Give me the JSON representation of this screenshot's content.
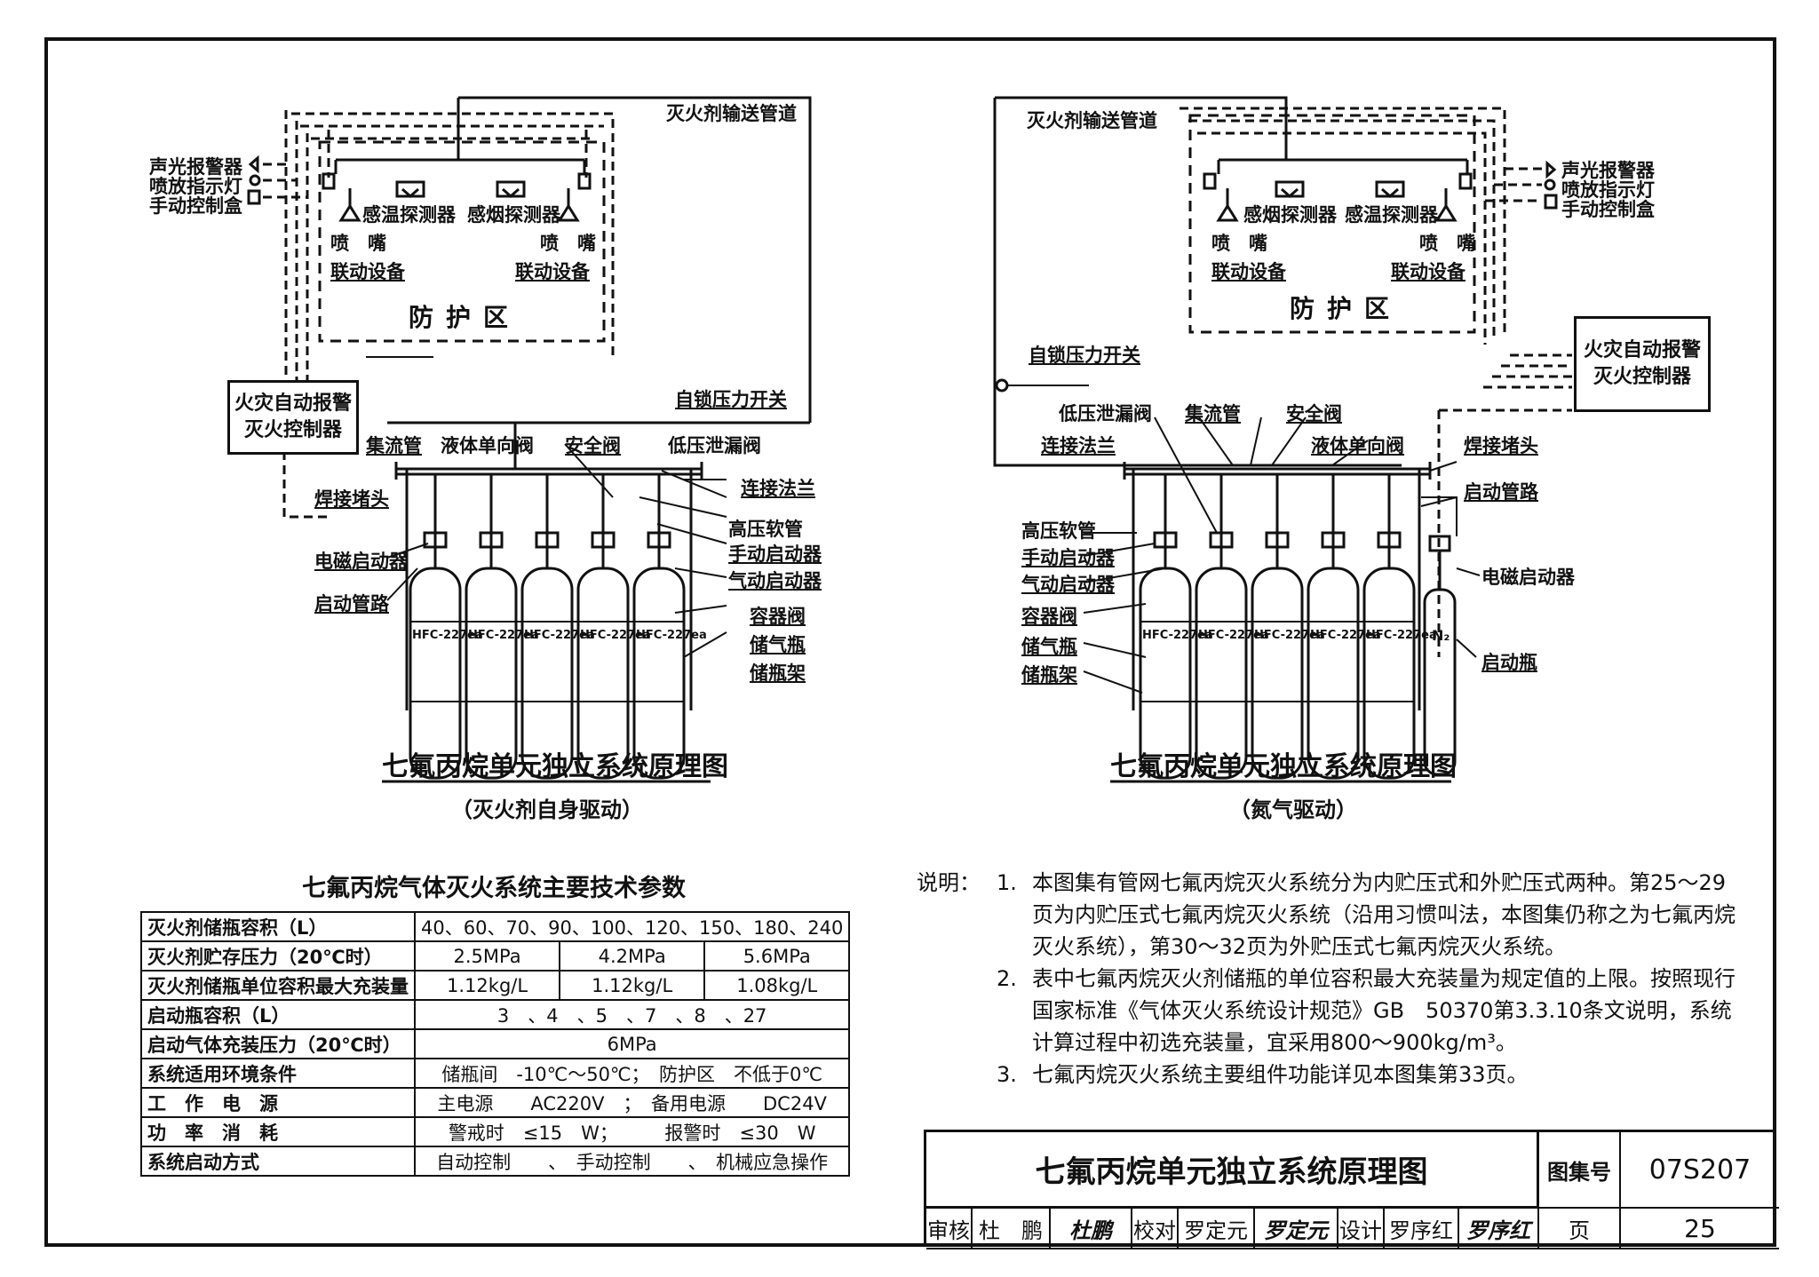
{
  "left": {
    "pipe_label": "灭火剂输送管道",
    "alarm": "声光报警器",
    "indicator": "喷放指示灯",
    "manual_box": "手动控制盒",
    "temp_detector": "感温探测器",
    "smoke_detector": "感烟探测器",
    "nozzle": "喷　嘴",
    "link_device": "联动设备",
    "zone": "防护区",
    "controller_l1": "火灾自动报警",
    "controller_l2": "灭火控制器",
    "pressure_switch": "自锁压力开关",
    "manifold": "集流管",
    "check_valve": "液体单向阀",
    "safety_valve": "安全阀",
    "leak_valve": "低压泄漏阀",
    "flange": "连接法兰",
    "weld_plug": "焊接堵头",
    "hose": "高压软管",
    "manual_starter": "手动启动器",
    "pneumatic_starter": "气动启动器",
    "solenoid": "电磁启动器",
    "start_pipe": "启动管路",
    "container_valve": "容器阀",
    "gas_bottle": "储气瓶",
    "rack": "储瓶架",
    "bottle_label": "HFC-227ea",
    "caption": "七氟丙烷单元独立系统原理图",
    "subcaption": "（灭火剂自身驱动）"
  },
  "right": {
    "pipe_label": "灭火剂输送管道",
    "alarm": "声光报警器",
    "indicator": "喷放指示灯",
    "manual_box": "手动控制盒",
    "smoke_detector": "感烟探测器",
    "temp_detector": "感温探测器",
    "nozzle": "喷　嘴",
    "link_device": "联动设备",
    "zone": "防护区",
    "controller_l1": "火灾自动报警",
    "controller_l2": "灭火控制器",
    "pressure_switch": "自锁压力开关",
    "leak_valve": "低压泄漏阀",
    "manifold": "集流管",
    "safety_valve": "安全阀",
    "flange": "连接法兰",
    "check_valve": "液体单向阀",
    "weld_plug": "焊接堵头",
    "start_pipe": "启动管路",
    "hose": "高压软管",
    "manual_starter": "手动启动器",
    "pneumatic_starter": "气动启动器",
    "container_valve": "容器阀",
    "gas_bottle": "储气瓶",
    "rack": "储瓶架",
    "solenoid": "电磁启动器",
    "start_bottle": "启动瓶",
    "n2": "N₂",
    "bottle_label": "HFC-227ea",
    "caption": "七氟丙烷单元独立系统原理图",
    "subcaption": "（氮气驱动）"
  },
  "table": {
    "title": "七氟丙烷气体灭火系统主要技术参数",
    "rows": [
      {
        "k": "灭火剂储瓶容积（L）",
        "v": [
          "40、60、70、90、100、120、150、180、240"
        ]
      },
      {
        "k": "灭火剂贮存压力（20℃时）",
        "v": [
          "2.5MPa",
          "4.2MPa",
          "5.6MPa"
        ]
      },
      {
        "k": "灭火剂储瓶单位容积最大充装量",
        "v": [
          "1.12kg/L",
          "1.12kg/L",
          "1.08kg/L"
        ]
      },
      {
        "k": "启动瓶容积（L）",
        "v": [
          "3　、4　、5　、7　、8　、27"
        ]
      },
      {
        "k": "启动气体充装压力（20℃时）",
        "v": [
          "6MPa"
        ]
      },
      {
        "k": "系统适用环境条件",
        "v": [
          "储瓶间　-10℃～50℃；　防护区　不低于0℃"
        ]
      },
      {
        "k": "工　作　电　源",
        "v": [
          "主电源　　AC220V　；　备用电源　　DC24V"
        ]
      },
      {
        "k": "功　率　消　耗",
        "v": [
          "警戒时　≤15　W；　　　报警时　≤30　W"
        ]
      },
      {
        "k": "系统启动方式",
        "v": [
          "自动控制　　、　手动控制　　、　机械应急操作"
        ]
      }
    ]
  },
  "notes": {
    "label": "说明：",
    "items": [
      {
        "n": "1.",
        "t": "本图集有管网七氟丙烷灭火系统分为内贮压式和外贮压式两种。第25～29页为内贮压式七氟丙烷灭火系统（沿用习惯叫法，本图集仍称之为七氟丙烷灭火系统），第30～32页为外贮压式七氟丙烷灭火系统。"
      },
      {
        "n": "2.",
        "t": "表中七氟丙烷灭火剂储瓶的单位容积最大充装量为规定值的上限。按照现行国家标准《气体灭火系统设计规范》GB　50370第3.3.10条文说明，系统计算过程中初选充装量，宜采用800～900kg/m³。"
      },
      {
        "n": "3.",
        "t": "七氟丙烷灭火系统主要组件功能详见本图集第33页。"
      }
    ]
  },
  "title_block": {
    "title": "七氟丙烷单元独立系统原理图",
    "atlas_label": "图集号",
    "atlas_no": "07S207",
    "review_label": "审核",
    "reviewer": "杜　鹏",
    "reviewer_sig": "杜鹏",
    "check_label": "校对",
    "checker": "罗定元",
    "checker_sig": "罗定元",
    "design_label": "设计",
    "designer": "罗序红",
    "designer_sig": "罗序红",
    "page_label": "页",
    "page_no": "25"
  }
}
